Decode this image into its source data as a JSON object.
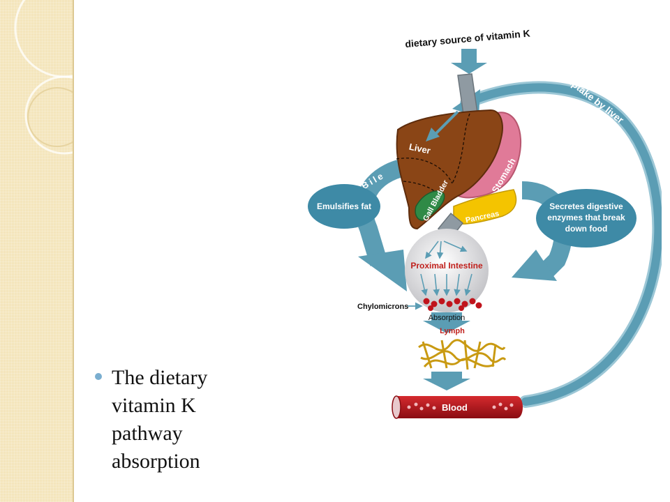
{
  "slide": {
    "bullet_text": "The dietary vitamin K pathway absorption"
  },
  "diagram": {
    "source_label": "dietary source of vitamin K",
    "uptake_label": "uptake by liver",
    "liver_label": "Liver",
    "bile_label": "Bile",
    "gallbladder_label": "Gall Bladder",
    "stomach_label": "Stomach",
    "pancreas_label": "Pancreas",
    "emulsifies_label": "Emulsifies fat",
    "secretes_line1": "Secretes digestive",
    "secretes_line2": "enzymes that break",
    "secretes_line3": "down food",
    "intestine_label": "Proximal Intestine",
    "chylomicrons_label": "Chylomicrons",
    "absorption_label": "Absorption",
    "lymph_label": "Lymph",
    "blood_label": "Blood"
  },
  "colors": {
    "teal": "#5b9db4",
    "liver": "#8a4516",
    "stomach": "#e07a98",
    "pancreas": "#f4c400",
    "blood": "#b8141c",
    "gallbladder": "#2f8a46",
    "intestine_label": "#c0201c"
  }
}
